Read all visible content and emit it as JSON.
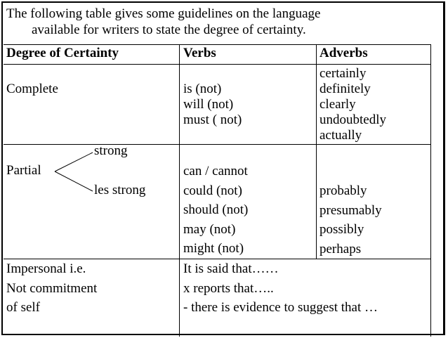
{
  "intro": {
    "line1": "The following table gives some guidelines on the language",
    "line2": "available for writers to state the degree of certainty."
  },
  "table": {
    "headers": {
      "degree": "Degree of Certainty",
      "verbs": "Verbs",
      "adverbs": "Adverbs"
    },
    "complete": {
      "degree": "Complete",
      "verbs": [
        "is  (not)",
        "will (not)",
        "must ( not)"
      ],
      "adverbs": [
        "certainly",
        "definitely",
        "clearly",
        "undoubtedly",
        "actually"
      ]
    },
    "partial": {
      "degree": "Partial",
      "strong": "strong",
      "less_strong": "les strong",
      "verbs": [
        "can / cannot",
        "could (not)",
        "should (not)",
        "may (not)",
        "might (not)"
      ],
      "adverbs": [
        "probably",
        "presumably",
        "possibly",
        "perhaps"
      ]
    },
    "impersonal": {
      "degree": [
        "Impersonal i.e.",
        "Not commitment",
        "of self"
      ],
      "verbs": [
        "It is said that……",
        "x reports that…..",
        "- there is evidence to suggest that …"
      ]
    }
  }
}
